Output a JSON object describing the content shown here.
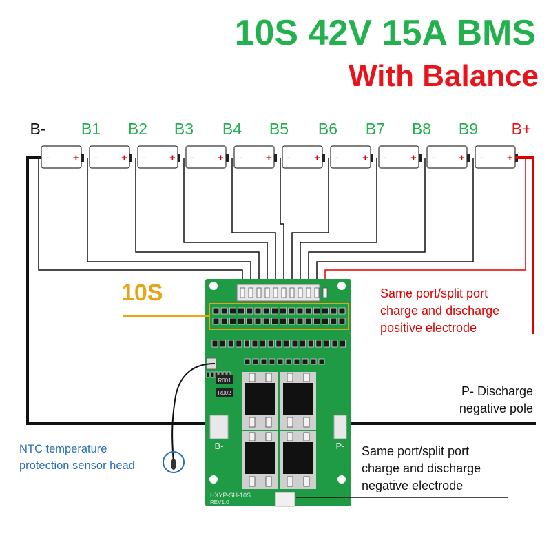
{
  "title": "10S 42V 15A BMS",
  "subtitle": "With Balance",
  "colors": {
    "title_green": "#22b14c",
    "subtitle_red": "#e8141b",
    "balance_label_yellow": "#e8a317",
    "ntc_label_blue": "#2a6fb5",
    "pcb_green": "#1f9a45",
    "positive_wire_red": "#e00000"
  },
  "cell_labels": [
    {
      "text": "B-",
      "color": "#111111"
    },
    {
      "text": "B1",
      "color": "#22b14c"
    },
    {
      "text": "B2",
      "color": "#22b14c"
    },
    {
      "text": "B3",
      "color": "#22b14c"
    },
    {
      "text": "B4",
      "color": "#22b14c"
    },
    {
      "text": "B5",
      "color": "#22b14c"
    },
    {
      "text": "B6",
      "color": "#22b14c"
    },
    {
      "text": "B7",
      "color": "#22b14c"
    },
    {
      "text": "B8",
      "color": "#22b14c"
    },
    {
      "text": "B9",
      "color": "#22b14c"
    },
    {
      "text": "B+",
      "color": "#e8141b"
    }
  ],
  "cell_terminals": {
    "negative": "-",
    "positive": "+"
  },
  "balance_label": "10S",
  "notes": {
    "positive": [
      "Same port/split port",
      "charge and discharge",
      "positive electrode"
    ],
    "p_minus": [
      "P- Discharge",
      "negative pole"
    ],
    "negative": [
      "Same port/split port",
      "charge and discharge",
      "negative electrode"
    ],
    "ntc": [
      "NTC temperature",
      "protection sensor head"
    ]
  },
  "board": {
    "pad_b_minus": "B-",
    "pad_p_minus": "P-",
    "model": "HXYP-SH-10S",
    "revision": "REV1.0",
    "resistor_r001": "R001",
    "resistor_r002": "R002"
  }
}
